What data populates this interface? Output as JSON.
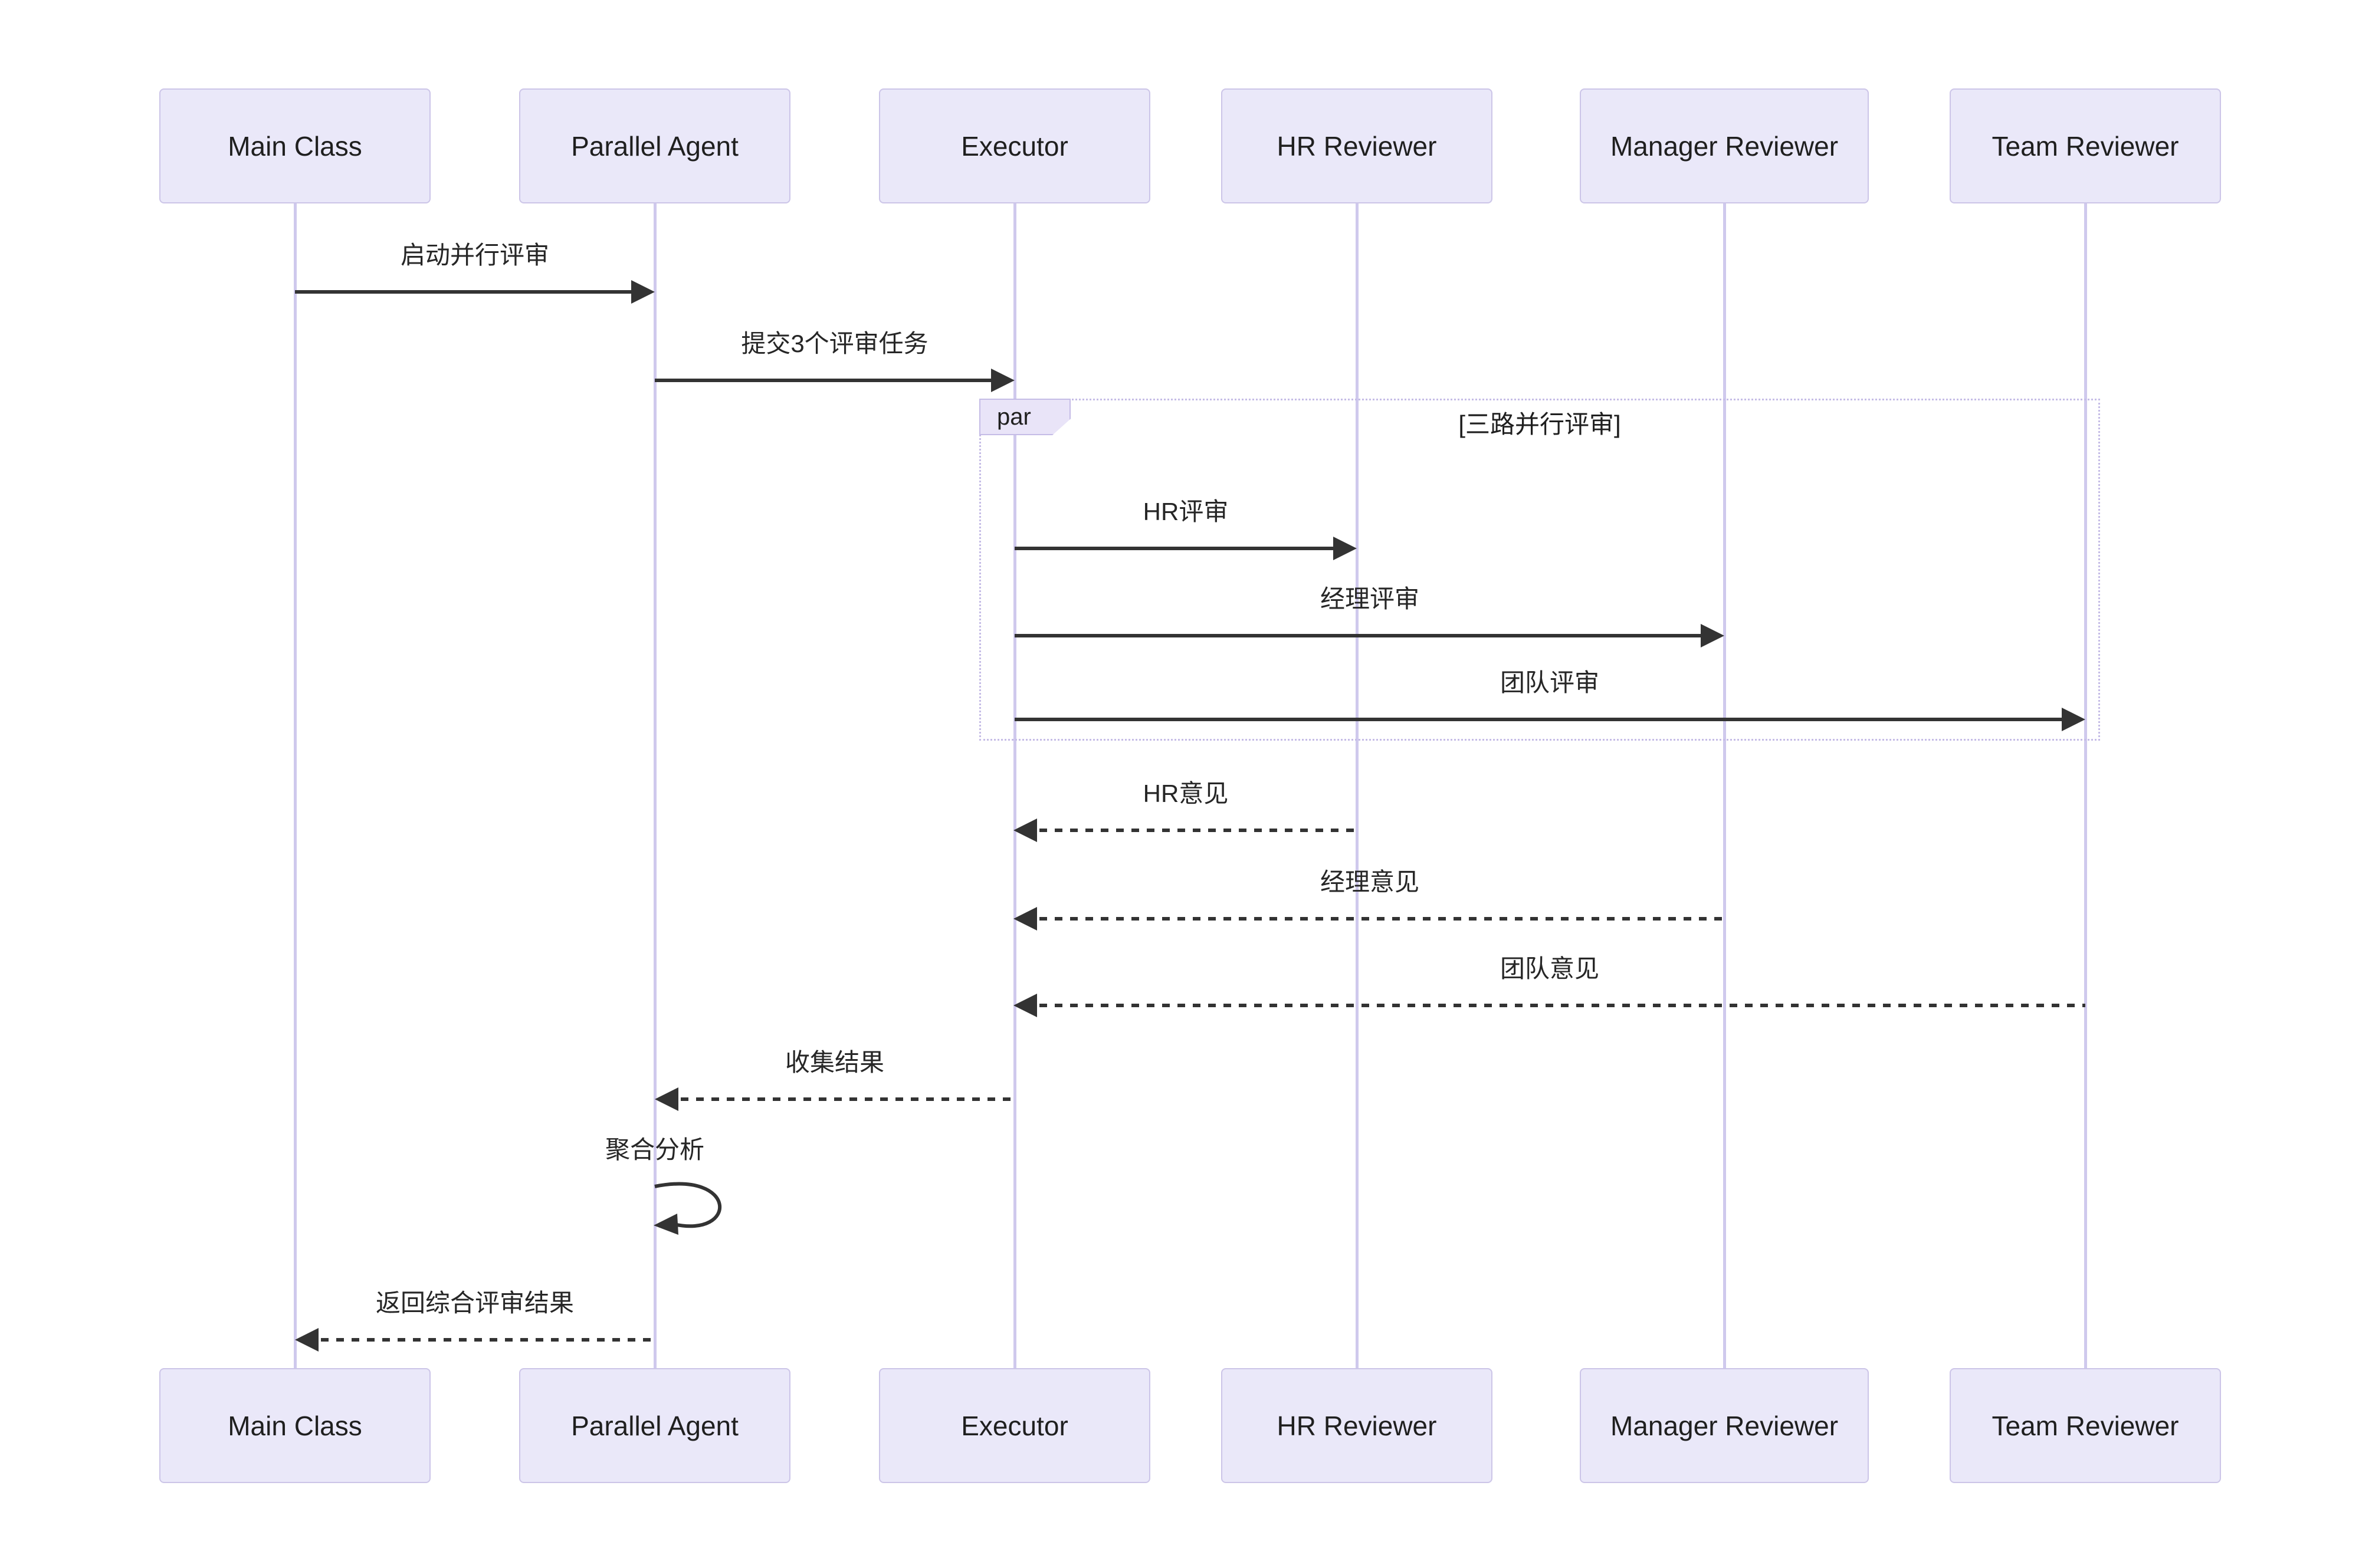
{
  "diagram": {
    "type": "sequence-diagram",
    "actors": [
      {
        "id": "main",
        "label": "Main Class"
      },
      {
        "id": "parallel",
        "label": "Parallel Agent"
      },
      {
        "id": "executor",
        "label": "Executor"
      },
      {
        "id": "hr",
        "label": "HR Reviewer"
      },
      {
        "id": "manager",
        "label": "Manager Reviewer"
      },
      {
        "id": "team",
        "label": "Team Reviewer"
      }
    ],
    "messages": [
      {
        "from": "main",
        "to": "parallel",
        "label": "启动并行评审",
        "style": "solid"
      },
      {
        "from": "parallel",
        "to": "executor",
        "label": "提交3个评审任务",
        "style": "solid"
      },
      {
        "from": "executor",
        "to": "hr",
        "label": "HR评审",
        "style": "solid",
        "in_par": true
      },
      {
        "from": "executor",
        "to": "manager",
        "label": "经理评审",
        "style": "solid",
        "in_par": true
      },
      {
        "from": "executor",
        "to": "team",
        "label": "团队评审",
        "style": "solid",
        "in_par": true
      },
      {
        "from": "hr",
        "to": "executor",
        "label": "HR意见",
        "style": "dashed"
      },
      {
        "from": "manager",
        "to": "executor",
        "label": "经理意见",
        "style": "dashed"
      },
      {
        "from": "team",
        "to": "executor",
        "label": "团队意见",
        "style": "dashed"
      },
      {
        "from": "executor",
        "to": "parallel",
        "label": "收集结果",
        "style": "dashed"
      },
      {
        "from": "parallel",
        "to": "parallel",
        "label": "聚合分析",
        "style": "self"
      },
      {
        "from": "parallel",
        "to": "main",
        "label": "返回综合评审结果",
        "style": "dashed"
      }
    ],
    "par_block": {
      "keyword": "par",
      "condition": "[三路并行评审]"
    },
    "colors": {
      "background": "#FFFFFF",
      "actor_fill": "#EAE8F9",
      "actor_border": "#CCC5E8",
      "lifeline": "#CFC9ED",
      "arrow": "#333333",
      "frame_border": "#C5BCE6",
      "frame_tab_fill": "#E9E4F8",
      "text": "#1F1F1F"
    }
  }
}
